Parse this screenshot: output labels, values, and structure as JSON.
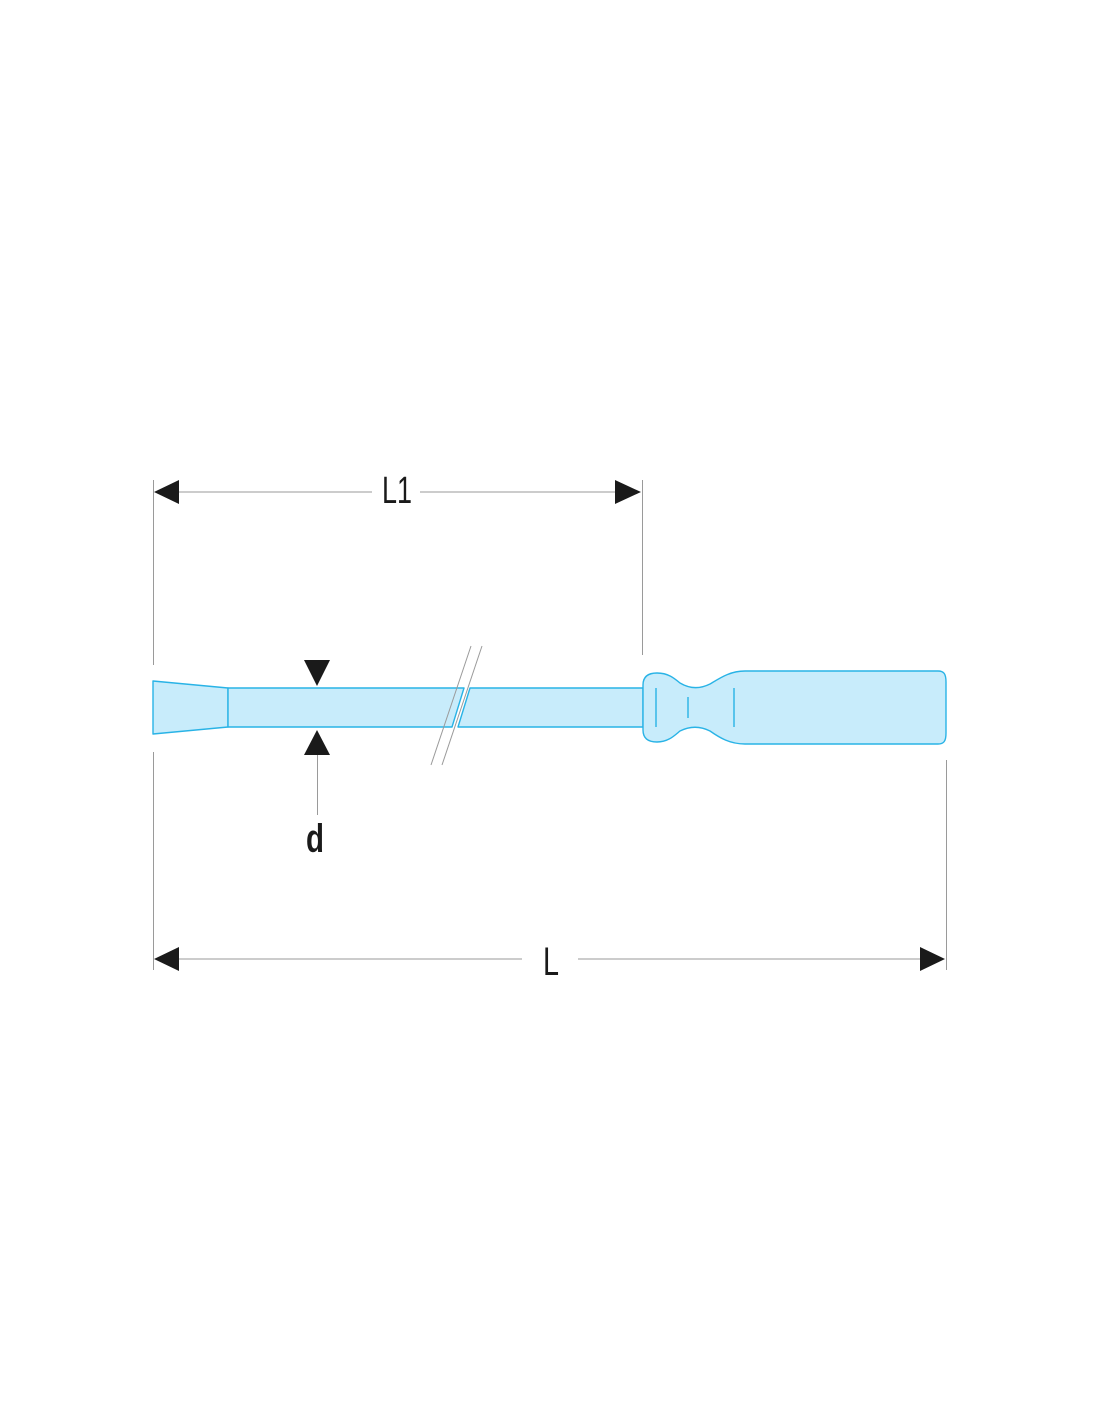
{
  "labels": {
    "overall_length": "L",
    "shaft_length": "L1",
    "diameter": "d"
  },
  "colors": {
    "tool_fill": "#c8ecfb",
    "tool_outline": "#29b3e6",
    "dimension_line": "#9a9a9a",
    "arrow": "#1a1a1a",
    "text": "#1a1a1a"
  }
}
